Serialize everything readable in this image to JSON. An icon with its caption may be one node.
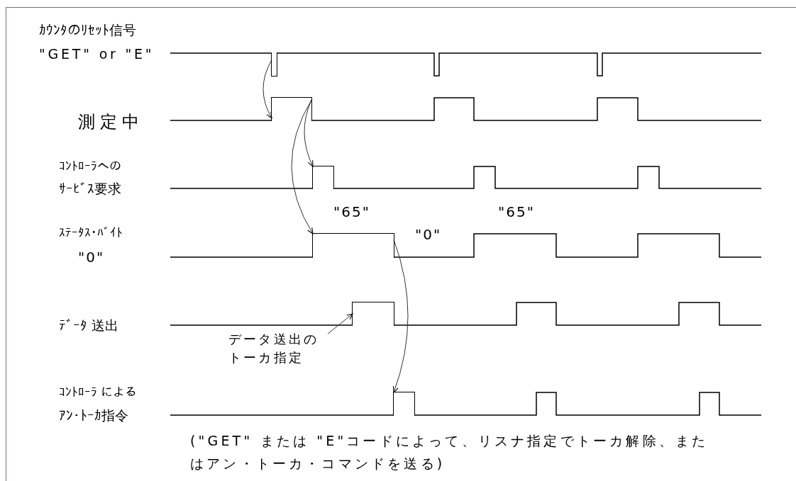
{
  "diagram": {
    "nodes": [
      {
        "text": [],
        "shape": "pulse"
      },
      {
        "text": [],
        "shape": "pulse"
      },
      {
        "text": [],
        "shape": "pulse"
      },
      {
        "text": [],
        "shape": "pulse"
      },
      {
        "text": [],
        "shape": "pulse"
      },
      {
        "text": [],
        "shape": "pulse"
      },
      {
        "text": [
          "データ送出のトーカ指定"
        ]
      }
    ],
    "edges": [
      {
        "from": 0,
        "to": 1,
        "arrow": "to"
      },
      {
        "from": 1,
        "to": 2,
        "arrow": "to"
      },
      {
        "from": 1,
        "to": 3,
        "arrow": "to"
      },
      {
        "from": 3,
        "to": 5,
        "arrow": "to"
      },
      {
        "from": 6,
        "to": 4,
        "arrow": "to"
      }
    ],
    "labels": [
      "ｶｳﾝﾀのﾘｾｯﾄ信号",
      "\"GET\" or \"E\"",
      "測定中",
      "ｺﾝﾄﾛｰﾗへの",
      "ｻｰﾋﾞｽ要求",
      "\"65\"",
      "\"65\"",
      "ｽﾃｰﾀｽ･ﾊﾞｲﾄ",
      "\"0\"",
      "\"0\"",
      "ﾃﾞｰﾀ 送出",
      "ｺﾝﾄﾛｰﾗ による",
      "ｱﾝ･ﾄｰｶ指令",
      "(\"GET\" または \"E\"コードによって、リスナ指定でトーカ解除、またはアン・トーカ・コマンドを送る)"
    ]
  }
}
